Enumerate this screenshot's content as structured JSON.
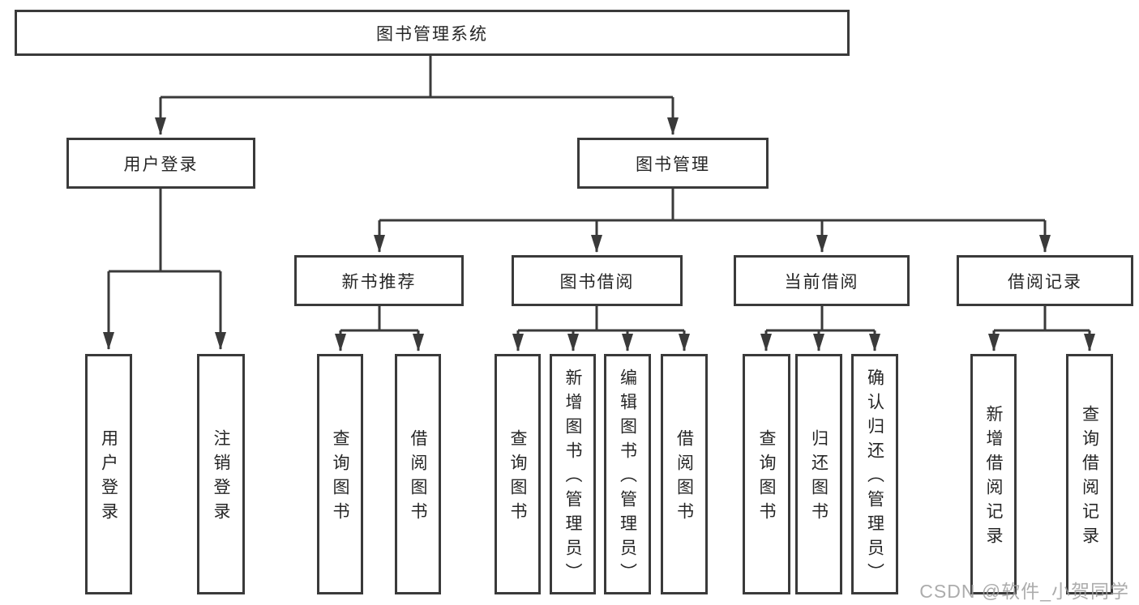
{
  "diagram": {
    "root": {
      "label": "图书管理系统"
    },
    "branches": {
      "user_login": {
        "label": "用户登录",
        "children": {
          "login": "用户登录",
          "logout": "注销登录"
        }
      },
      "book_mgmt": {
        "label": "图书管理",
        "children": {
          "new_book": {
            "label": "新书推荐",
            "children": {
              "query": "查询图书",
              "borrow": "借阅图书"
            }
          },
          "book_borrow": {
            "label": "图书借阅",
            "children": {
              "query": "查询图书",
              "add": "新增图书（管理员）",
              "edit": "编辑图书（管理员）",
              "borrow": "借阅图书"
            }
          },
          "current_borrow": {
            "label": "当前借阅",
            "children": {
              "query": "查询图书",
              "return": "归还图书",
              "confirm": "确认归还（管理员）"
            }
          },
          "borrow_record": {
            "label": "借阅记录",
            "children": {
              "add": "新增借阅记录",
              "query": "查询借阅记录"
            }
          }
        }
      }
    }
  },
  "watermark": {
    "text": "CSDN @软件_小贺同学"
  },
  "colors": {
    "line": "#3a3a3a",
    "text": "#262626",
    "watermark": "#9e9e9e",
    "background": "#ffffff"
  }
}
